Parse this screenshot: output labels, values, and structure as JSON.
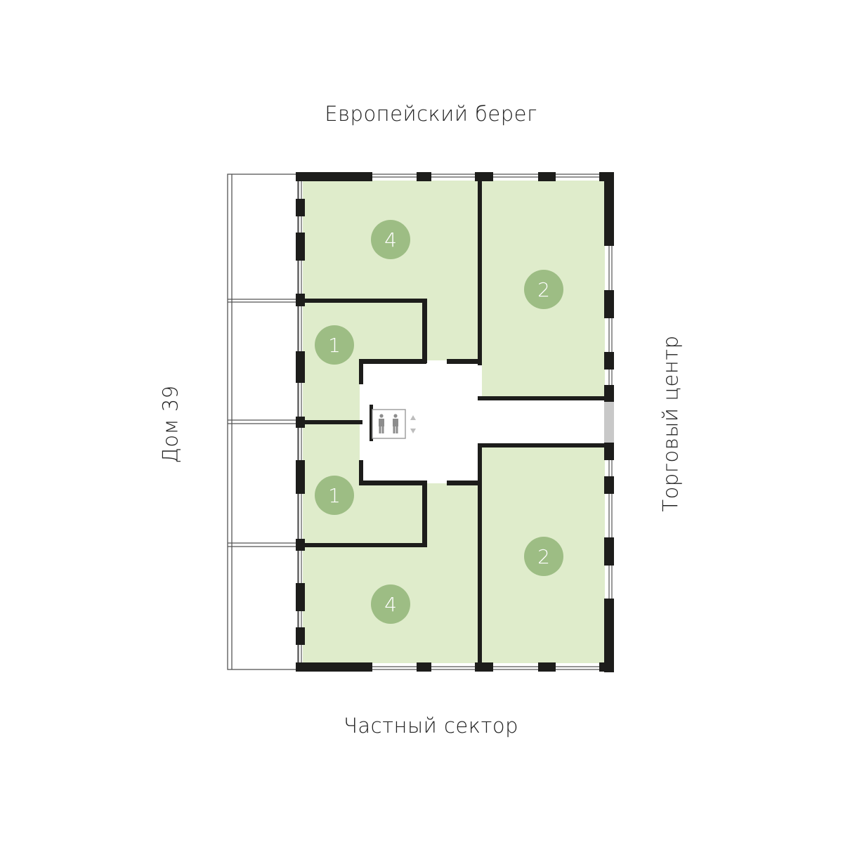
{
  "surroundings": {
    "top": "Европейский берег",
    "bottom": "Частный сектор",
    "left": "Дом 39",
    "right": "Торговый центр"
  },
  "apartments": [
    {
      "id": "apt-top-left",
      "rooms": "4"
    },
    {
      "id": "apt-top-right",
      "rooms": "2"
    },
    {
      "id": "apt-mid-upper",
      "rooms": "1"
    },
    {
      "id": "apt-mid-lower",
      "rooms": "1"
    },
    {
      "id": "apt-bottom-left",
      "rooms": "4"
    },
    {
      "id": "apt-bottom-right",
      "rooms": "2"
    }
  ],
  "colors": {
    "apartment_fill": "#dfeccb",
    "badge_fill": "#9dbd84",
    "wall": "#1d1d1b",
    "corridor_exit": "#c8c8c8"
  },
  "icons": {
    "elevator": "elevator-icon"
  }
}
